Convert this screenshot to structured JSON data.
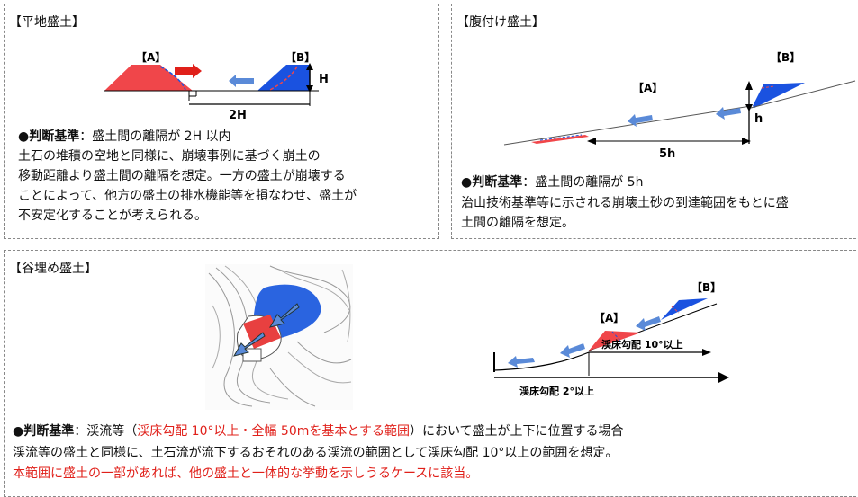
{
  "flat": {
    "title": "【平地盛土】",
    "label_a": "【A】",
    "label_b": "【B】",
    "label_h": "H",
    "label_2h": "2H",
    "criteria_head": "●判断基準",
    "criteria_body": "：盛土間の離隔が 2H 以内",
    "lines": [
      "土石の堆積の空地と同様に、崩壊事例に基づく崩土の",
      "移動距離より盛土間の離隔を想定。一方の盛土が崩壊する",
      "ことによって、他方の盛土の排水機能等を損なわせ、盛土が",
      "不安定化することが考えられる。"
    ]
  },
  "slope": {
    "title": "【腹付け盛土】",
    "label_a": "【A】",
    "label_b": "【B】",
    "label_h": "h",
    "label_5h": "5h",
    "criteria_head": "●判断基準",
    "criteria_body": "：盛土間の離隔が 5h",
    "lines": [
      "治山技術基準等に示される崩壊土砂の到達範囲をもとに盛",
      "土間の離隔を想定。"
    ]
  },
  "valley": {
    "title": "【谷埋め盛土】",
    "label_a": "【A】",
    "label_b": "【B】",
    "label_10deg": "渓床勾配 10°以上",
    "label_2deg": "渓床勾配 2°以上",
    "criteria_head": "●判断基準",
    "criteria_body_1": "：渓流等（",
    "criteria_red": "渓床勾配 10°以上・全幅 50mを基本とする範囲",
    "criteria_body_2": "）において盛土が上下に位置する場合",
    "line2": "渓流等の盛土と同様に、土石流が流下するおそれのある渓流の範囲として渓床勾配 10°以上の範囲を想定。",
    "line3_red": "本範囲に盛土の一部があれば、他の盛土と一体的な挙動を示しうるケースに該当。"
  },
  "colors": {
    "fill_red": "#f0464a",
    "fill_blue": "#1a52e0",
    "arrow_blue": "#5a8ad8",
    "accent_red": "#e0201a",
    "border": "#888888"
  }
}
